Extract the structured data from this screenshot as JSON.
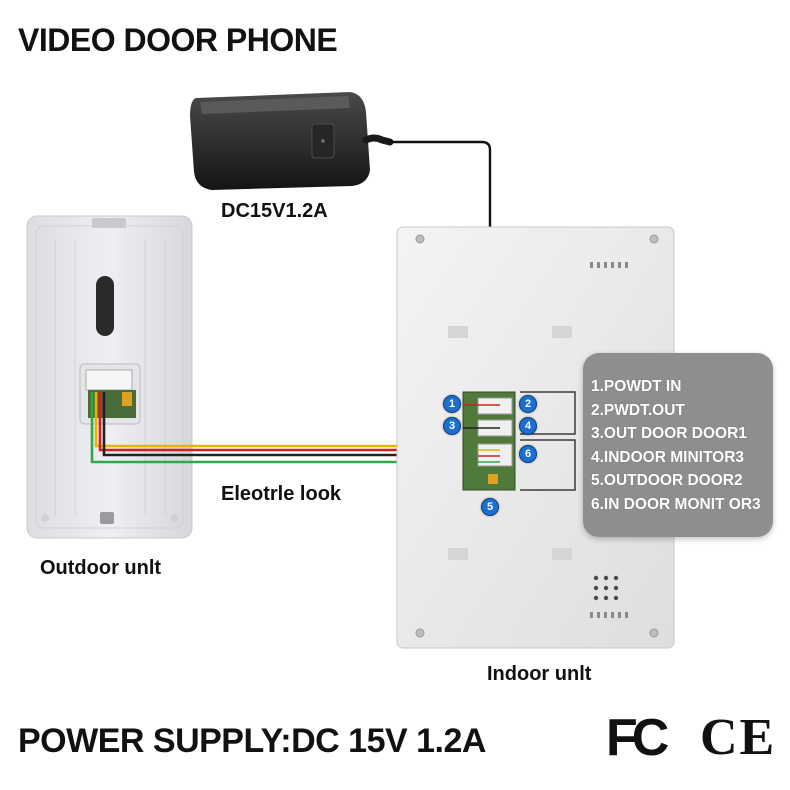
{
  "title": "VIDEO DOOR PHONE",
  "adapter_label": "DC15V1.2A",
  "outdoor_label": "Outdoor unlt",
  "indoor_label": "Indoor unlt",
  "wire_label": "Eleotrle look",
  "legend": [
    "1.POWDT IN",
    "2.PWDT.OUT",
    "3.OUT DOOR DOOR1",
    "4.INDOOR MINITOR3",
    "5.OUTDOOR DOOR2",
    "6.IN DOOR MONIT OR3"
  ],
  "badges": [
    "1",
    "2",
    "3",
    "4",
    "5",
    "6"
  ],
  "footer": "POWER SUPPLY:DC 15V 1.2A",
  "certifications": {
    "fc": "FC",
    "ce": "CE"
  },
  "colors": {
    "badge": "#1a6fd0",
    "legend_bg": "#8e8e8e",
    "wire_yellow": "#e8b400",
    "wire_red": "#d22020",
    "wire_black": "#222222",
    "wire_green": "#2ea84a"
  }
}
